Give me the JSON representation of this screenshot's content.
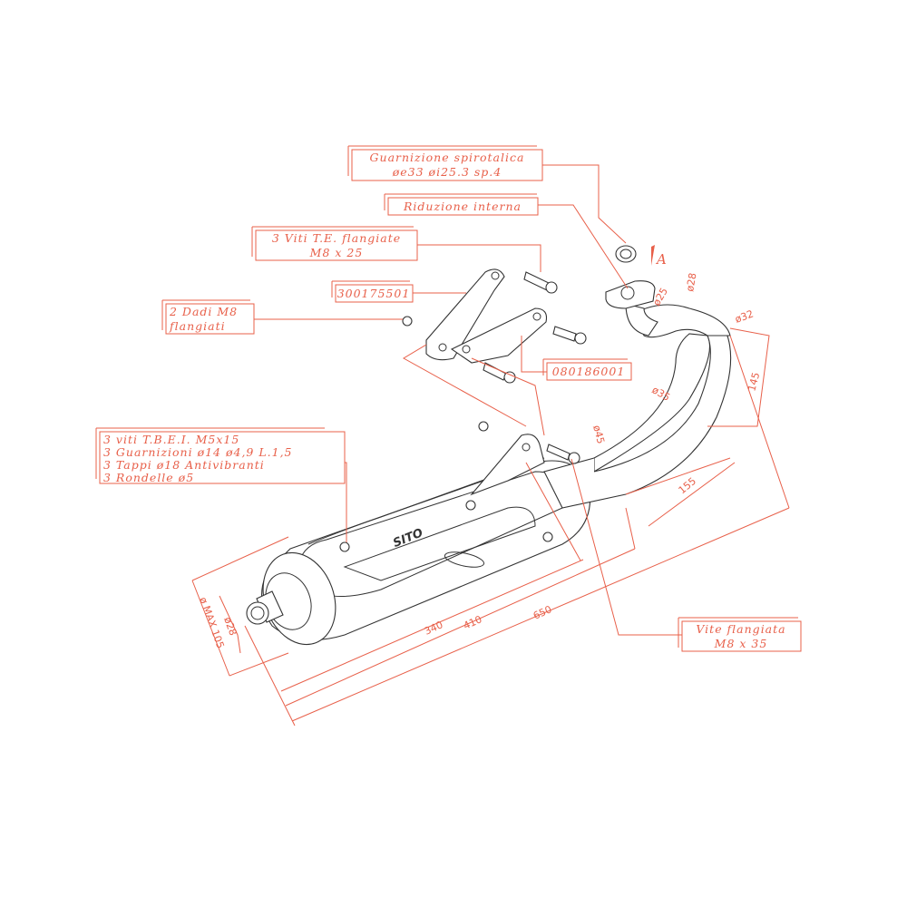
{
  "colors": {
    "annotation": "#e8604a",
    "drawing": "#333333",
    "background": "#ffffff"
  },
  "labels": {
    "gasket": [
      "Guarnizione spirotalica",
      "øe33 øi25.3 sp.4"
    ],
    "reducer": [
      "Riduzione interna"
    ],
    "screws_te": [
      "3 Viti T.E. flangiate",
      "M8 x 25"
    ],
    "bracket_1": [
      "300175501"
    ],
    "nuts": [
      "2 Dadi M8",
      "flangiati"
    ],
    "bracket_2": [
      "080186001"
    ],
    "kit": [
      "3 viti T.B.E.I. M5x15",
      "3 Guarnizioni ø14 ø4,9 L.1,5",
      "3 Tappi ø18 Antivibranti",
      "3 Rondelle ø5"
    ],
    "flange_screw": [
      "Vite flangiata",
      "M8 x 35"
    ]
  },
  "dimensions": {
    "d_max": "ø MAX 105",
    "d_outlet": "ø28",
    "len_340": "340",
    "len_410": "410",
    "len_650": "650",
    "d45": "ø45",
    "d35": "ø35",
    "d25": "ø25",
    "d28": "ø28",
    "d32": "ø32",
    "len_155": "155",
    "len_145": "145",
    "view_a": "A"
  },
  "logo": "SITO"
}
